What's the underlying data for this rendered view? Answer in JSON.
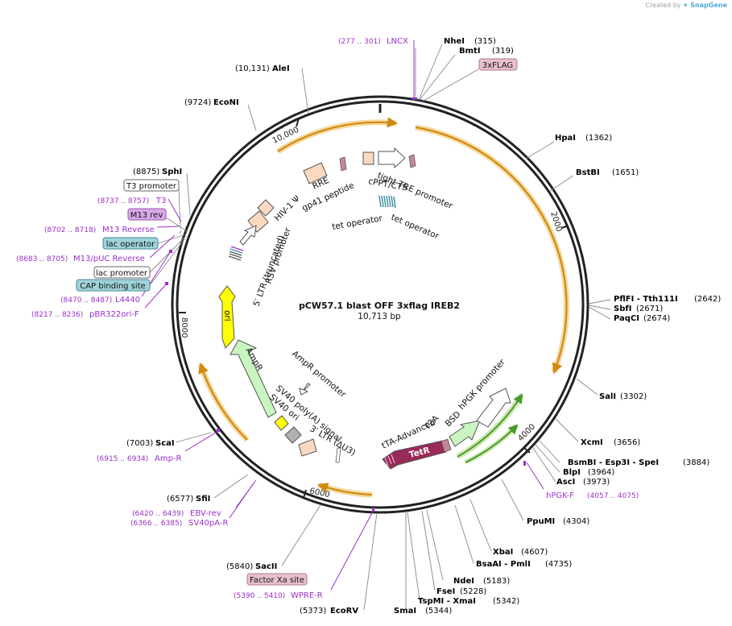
{
  "credit": {
    "prefix": "Created by",
    "brand": "SnapGene"
  },
  "plasmid": {
    "name": "pCW57.1 blast OFF 3xflag IREB2",
    "length_label": "10,713 bp",
    "length": 10713,
    "tick_labels": [
      {
        "text": "2000",
        "pos": 2000
      },
      {
        "text": "4000",
        "pos": 4000
      },
      {
        "text": "6000",
        "pos": 6000
      },
      {
        "text": "8000",
        "pos": 8000
      },
      {
        "text": "10,000",
        "pos": 10000
      }
    ]
  },
  "sites": [
    {
      "name": "NheI",
      "coord": "(315)",
      "side": "right-compact"
    },
    {
      "name": "BmtI",
      "coord": "(319)",
      "side": "right-compact"
    },
    {
      "name": "HpaI",
      "coord": "(1362)",
      "side": "right"
    },
    {
      "name": "BstBI",
      "coord": "(1651)",
      "side": "right"
    },
    {
      "name": "PflFI - Tth111I",
      "coord": "(2642)",
      "side": "right"
    },
    {
      "name": "SbfI",
      "coord": "(2671)",
      "side": "right"
    },
    {
      "name": "PaqCI",
      "coord": "(2674)",
      "side": "right"
    },
    {
      "name": "SalI",
      "coord": "(3302)",
      "side": "right"
    },
    {
      "name": "XcmI",
      "coord": "(3656)",
      "side": "right"
    },
    {
      "name": "BsmBI - Esp3I - SpeI",
      "coord": "(3884)",
      "side": "right"
    },
    {
      "name": "BlpI",
      "coord": "(3964)",
      "side": "right"
    },
    {
      "name": "AscI",
      "coord": "(3973)",
      "side": "right"
    },
    {
      "name": "PpuMI",
      "coord": "(4304)",
      "side": "right"
    },
    {
      "name": "XbaI",
      "coord": "(4607)",
      "side": "right"
    },
    {
      "name": "BsaAI - PmlI",
      "coord": "(4735)",
      "side": "right"
    },
    {
      "name": "NdeI",
      "coord": "(5183)",
      "side": "right"
    },
    {
      "name": "FseI",
      "coord": "(5228)",
      "side": "right"
    },
    {
      "name": "TspMI - XmaI",
      "coord": "(5342)",
      "side": "right"
    },
    {
      "name": "SmaI",
      "coord": "(5344)",
      "side": "right"
    },
    {
      "name": "EcoRV",
      "coord": "(5373)",
      "side": "left"
    },
    {
      "name": "SacII",
      "coord": "(5840)",
      "side": "left"
    },
    {
      "name": "SfiI",
      "coord": "(6577)",
      "side": "left"
    },
    {
      "name": "ScaI",
      "coord": "(7003)",
      "side": "left"
    },
    {
      "name": "SphI",
      "coord": "(8875)",
      "side": "left"
    },
    {
      "name": "EcoNI",
      "coord": "(9724)",
      "side": "left"
    },
    {
      "name": "AleI",
      "coord": "(10,131)",
      "side": "left"
    }
  ],
  "primers": [
    {
      "name": "LNCX",
      "coord": "(277 .. 301)"
    },
    {
      "name": "hPGK-F",
      "coord": "(4057 .. 4075)"
    },
    {
      "name": "WPRE-R",
      "coord": "(5390 .. 5410)"
    },
    {
      "name": "SV40pA-R",
      "coord": "(6366 .. 6385)"
    },
    {
      "name": "EBV-rev",
      "coord": "(6420 .. 6439)"
    },
    {
      "name": "Amp-R",
      "coord": "(6915 .. 6934)"
    },
    {
      "name": "pBR322ori-F",
      "coord": "(8217 .. 8236)"
    },
    {
      "name": "L4440",
      "coord": "(8470 .. 8487)"
    },
    {
      "name": "M13/pUC Reverse",
      "coord": "(8683 .. 8705)"
    },
    {
      "name": "M13 Reverse",
      "coord": "(8702 .. 8718)"
    },
    {
      "name": "T3",
      "coord": "(8737 .. 8757)"
    }
  ],
  "boxed_labels": [
    {
      "text": "3xFLAG",
      "fill": "#e8c0cc",
      "stroke": "#b07a8a"
    },
    {
      "text": "Factor Xa site",
      "fill": "#e8c0cc",
      "stroke": "#b07a8a"
    },
    {
      "text": "T3 promoter",
      "fill": "#ffffff",
      "stroke": "#666666"
    },
    {
      "text": "M13 rev",
      "fill": "#d8a8e8",
      "stroke": "#9a5aaa"
    },
    {
      "text": "lac operator",
      "fill": "#9fd3da",
      "stroke": "#4a8a95"
    },
    {
      "text": "lac promoter",
      "fill": "#ffffff",
      "stroke": "#666666"
    },
    {
      "text": "CAP binding site",
      "fill": "#9fd3da",
      "stroke": "#4a8a95"
    }
  ],
  "features": [
    {
      "text": "tight TRE promoter"
    },
    {
      "text": "cPPT/CTS"
    },
    {
      "text": "tet operator"
    },
    {
      "text": "tet operator"
    },
    {
      "text": "RRE"
    },
    {
      "text": "gp41 peptide"
    },
    {
      "text": "HIV-1 Ψ"
    },
    {
      "text": "RSV promoter"
    },
    {
      "text": "5′ LTR (truncated)"
    },
    {
      "text": "ori"
    },
    {
      "text": "AmpR"
    },
    {
      "text": "AmpR promoter"
    },
    {
      "text": "SV40 poly(A) signal"
    },
    {
      "text": "SV40 ori"
    },
    {
      "text": "3′ LTR (ΔU3)"
    },
    {
      "text": "tTA-Advanced"
    },
    {
      "text": "TetR"
    },
    {
      "text": "T2A"
    },
    {
      "text": "BSD"
    },
    {
      "text": "hPGK promoter"
    }
  ],
  "colors": {
    "backbone": "#222222",
    "site_label": "#000000",
    "coord_label": "#222222",
    "primer": "#9b30c8",
    "orf_arc": "#d08a10",
    "orf_glow": "#f5d9a0",
    "green_arc": "#4a9a2a",
    "green_glow": "#cde8b0",
    "leader_line": "#888888",
    "tetR": "#9a2a5a",
    "ori": "#ffff00",
    "ampR": "#c9f5c0",
    "promoter_fill": "#ffffff",
    "ltr_fill": "#fbd9c0"
  }
}
